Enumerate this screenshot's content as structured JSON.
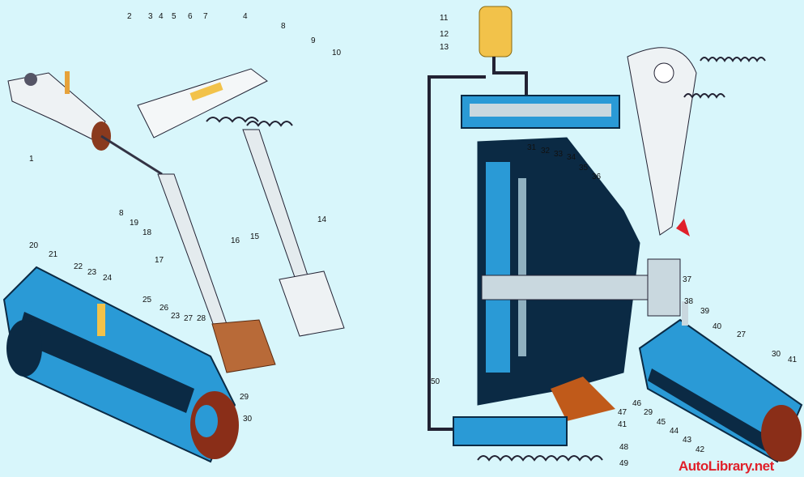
{
  "labels": [
    "1",
    "2",
    "3",
    "4",
    "5",
    "6",
    "7",
    "4",
    "8",
    "9",
    "10",
    "8",
    "19",
    "18",
    "17",
    "16",
    "15",
    "14",
    "20",
    "21",
    "22",
    "23",
    "24",
    "25",
    "26",
    "23",
    "27",
    "28",
    "29",
    "30",
    "11",
    "12",
    "13",
    "31",
    "32",
    "33",
    "34",
    "35",
    "36",
    "37",
    "38",
    "39",
    "40",
    "27",
    "30",
    "41",
    "50",
    "47",
    "46",
    "41",
    "48",
    "49",
    "29",
    "45",
    "44",
    "43",
    "42"
  ],
  "watermark": "AutoLibrary.net",
  "colors": {
    "background": "#d8f6fb",
    "section": "#2a9ad6",
    "dark": "#0b2a44",
    "copper": "#b8501e",
    "yellow": "#f2c24a",
    "arrow": "#e0202a"
  }
}
